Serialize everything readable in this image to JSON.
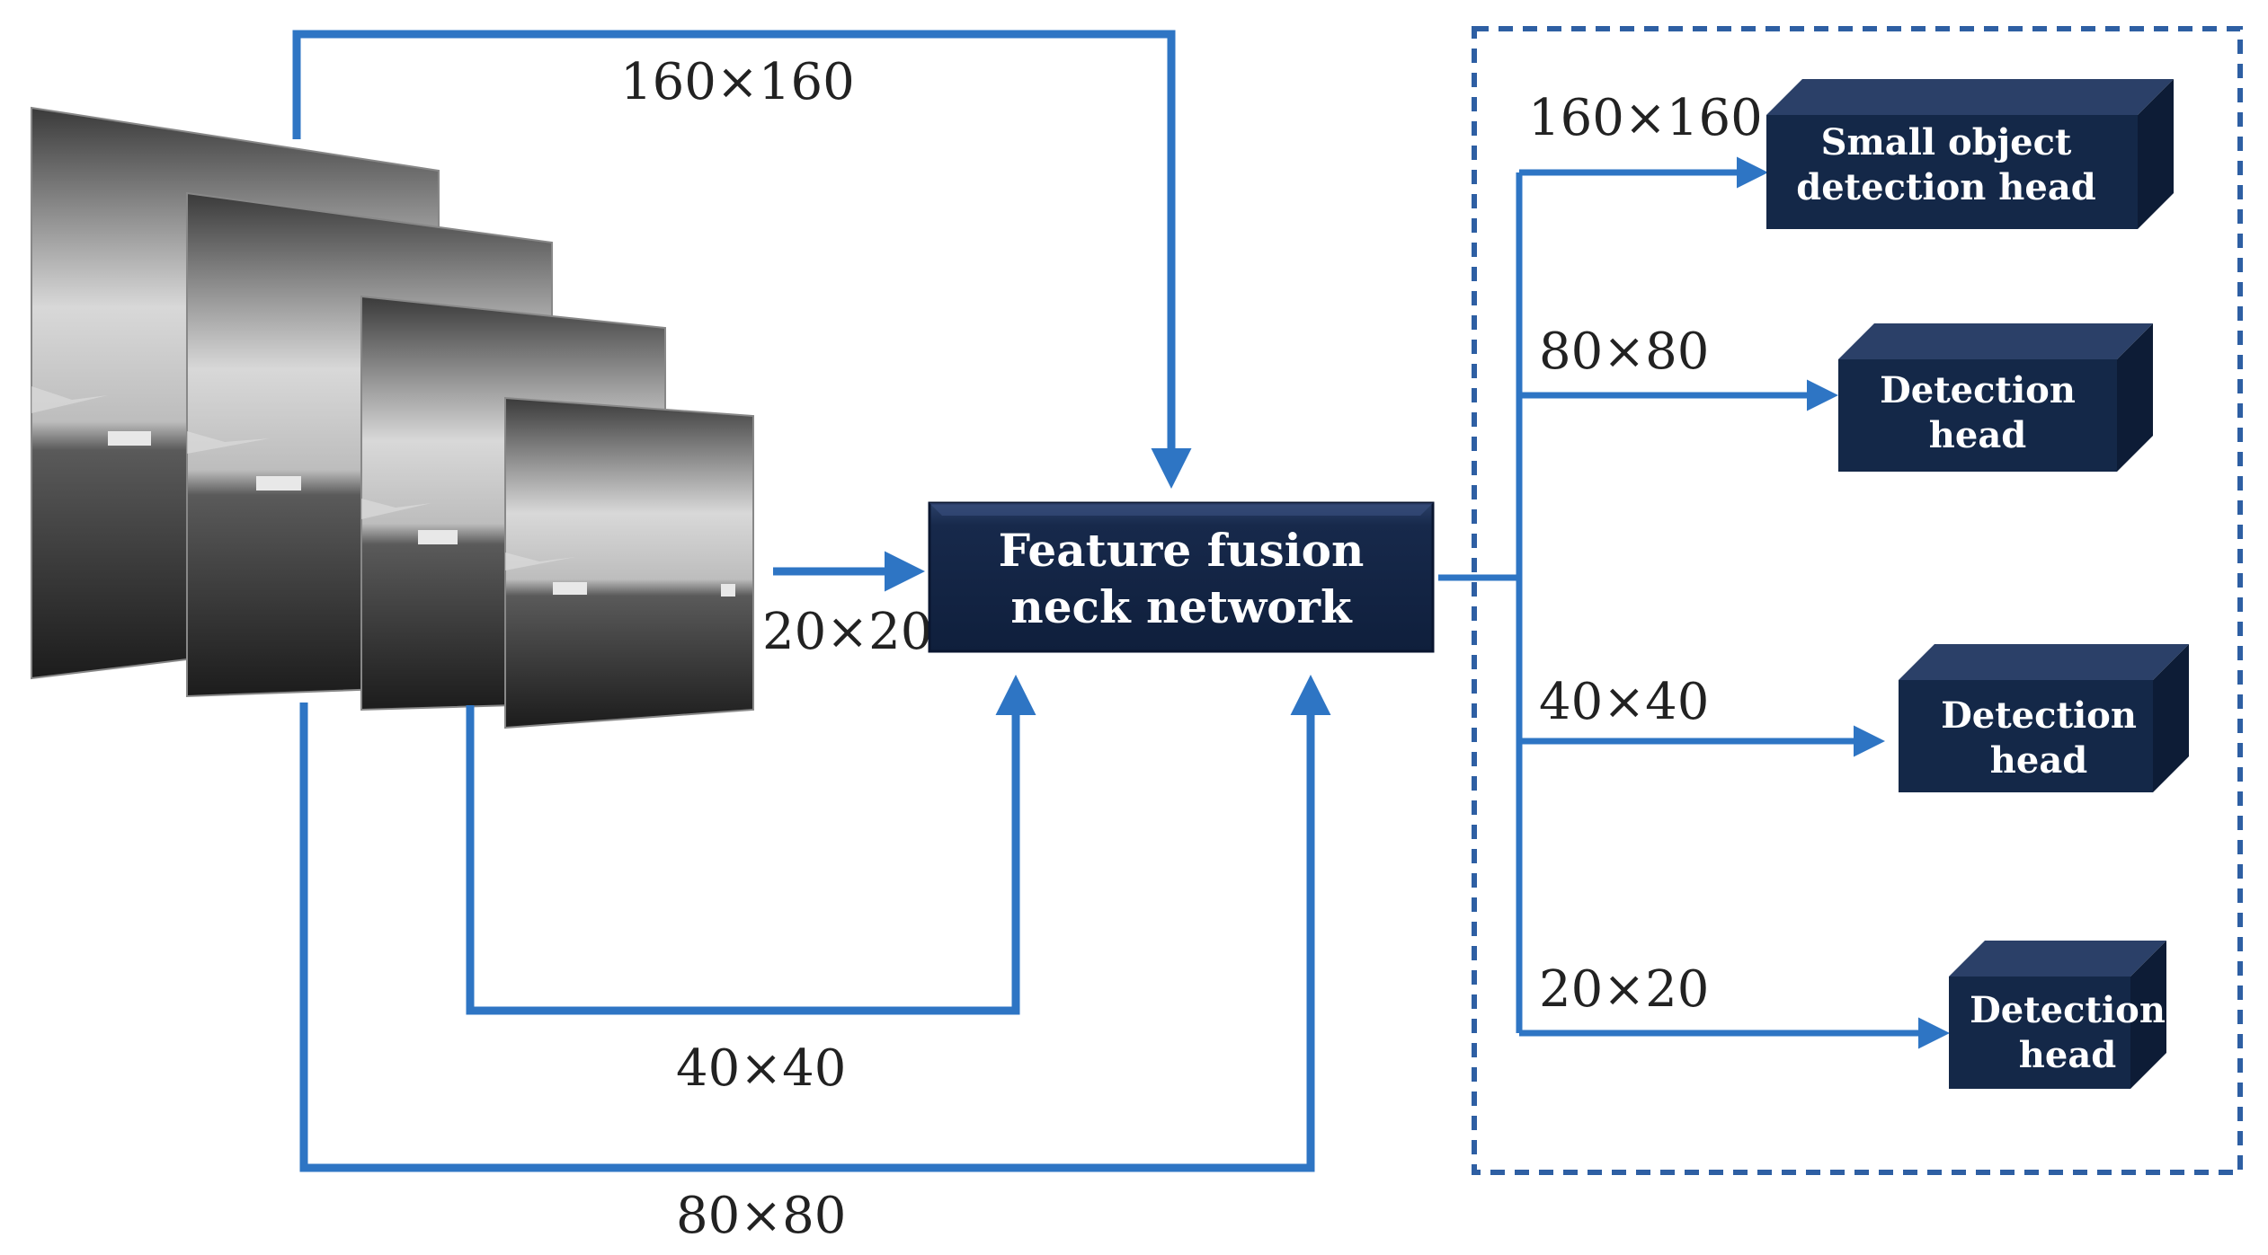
{
  "colors": {
    "arrow": "#2e75c4",
    "box_front": "#142848",
    "box_top": "#2b4068",
    "box_side": "#0d1c36",
    "dashed_border": "#2e5fa3"
  },
  "input_images": {
    "description_icon": "grayscale-sea-scene-image-icon",
    "count": 4
  },
  "neck": {
    "line1": "Feature fusion",
    "line2": "neck network"
  },
  "labels": {
    "top_path": "160×160",
    "direct_input": "20×20",
    "mid_path": "40×40",
    "bottom_path": "80×80"
  },
  "heads": [
    {
      "size": "160×160",
      "line1": "Small object",
      "line2": "detection head"
    },
    {
      "size": "80×80",
      "line1": "Detection",
      "line2": "head"
    },
    {
      "size": "40×40",
      "line1": "Detection",
      "line2": "head"
    },
    {
      "size": "20×20",
      "line1": "Detection",
      "line2": "head"
    }
  ]
}
